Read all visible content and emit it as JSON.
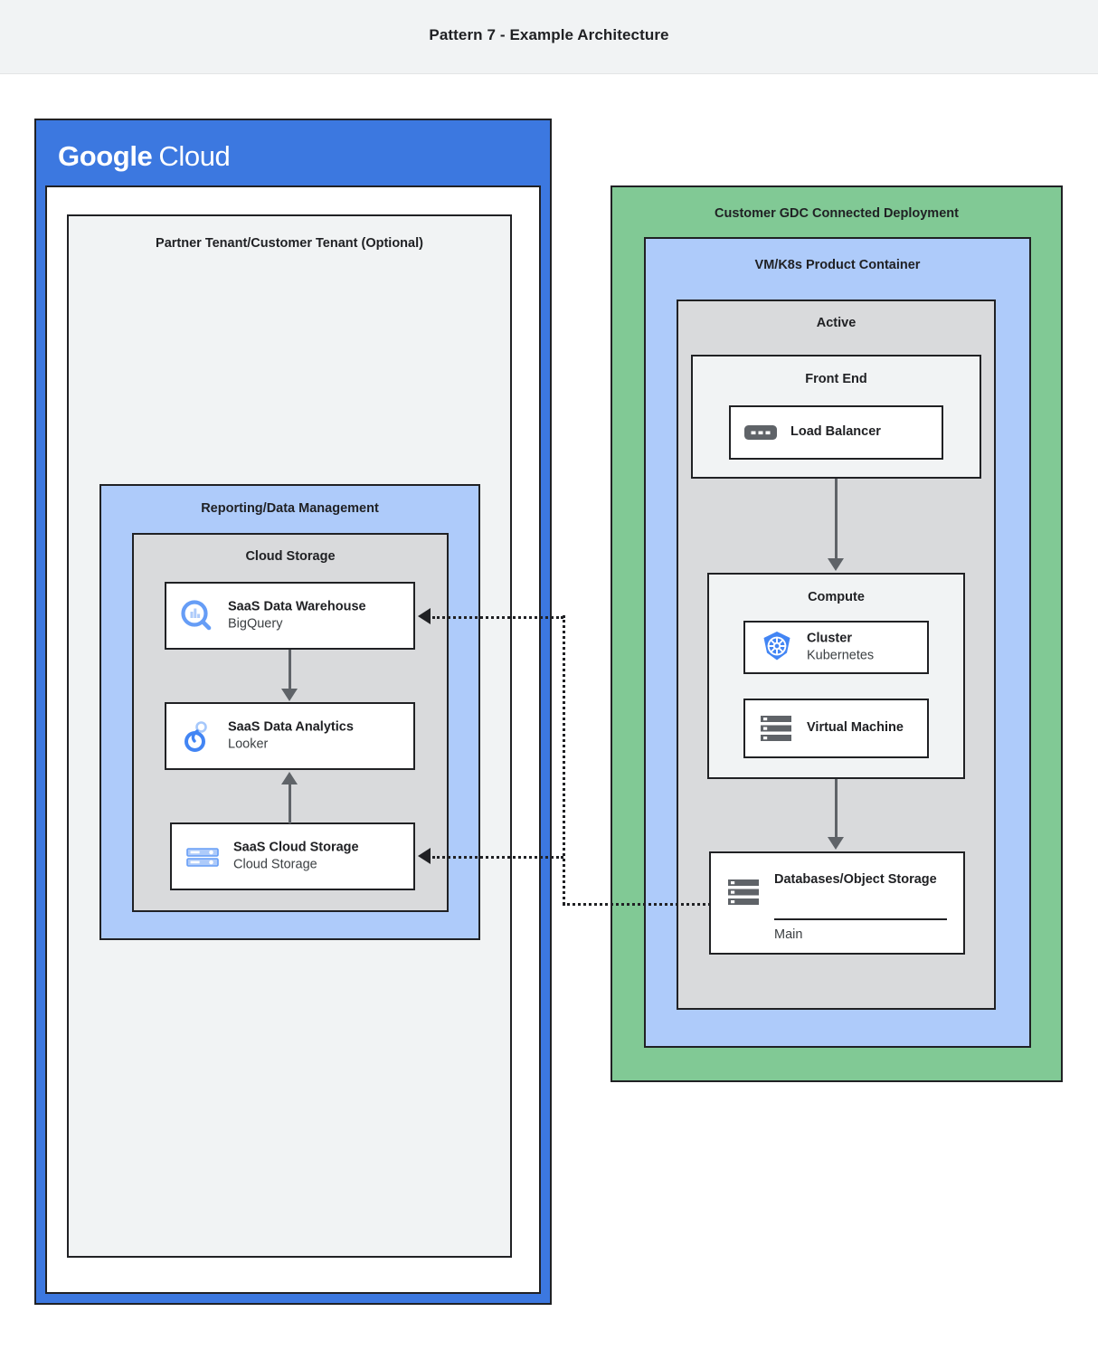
{
  "header": {
    "title": "Pattern 7 - Example Architecture"
  },
  "colors": {
    "google_blue": "#3c78e0",
    "light_blue": "#aecbfa",
    "green": "#81c995",
    "gray": "#d9dadc",
    "light_gray": "#f1f3f4",
    "outline": "#202124",
    "arrow": "#5f6368",
    "icon_blue": "#669df6",
    "icon_gray": "#5f6368"
  },
  "google_cloud": {
    "logo_primary": "Google",
    "logo_secondary": "Cloud",
    "tenant": {
      "label": "Partner Tenant/Customer Tenant (Optional)",
      "reporting": {
        "label": "Reporting/Data Management",
        "cloud_storage_group": {
          "label": "Cloud Storage",
          "items": [
            {
              "title": "SaaS Data Warehouse",
              "subtitle": "BigQuery",
              "icon": "bigquery-icon"
            },
            {
              "title": "SaaS Data Analytics",
              "subtitle": "Looker",
              "icon": "looker-icon"
            },
            {
              "title": "SaaS Cloud Storage",
              "subtitle": "Cloud Storage",
              "icon": "cloud-storage-icon"
            }
          ]
        }
      }
    }
  },
  "gdc": {
    "label": "Customer GDC Connected Deployment",
    "product_container": {
      "label": "VM/K8s Product Container",
      "active": {
        "label": "Active",
        "front_end": {
          "label": "Front End",
          "items": [
            {
              "title": "Load Balancer",
              "subtitle": "",
              "icon": "load-balancer-icon"
            }
          ]
        },
        "compute": {
          "label": "Compute",
          "items": [
            {
              "title": "Cluster",
              "subtitle": "Kubernetes",
              "icon": "kubernetes-icon"
            },
            {
              "title": "Virtual Machine",
              "subtitle": "",
              "icon": "virtual-machine-icon"
            }
          ]
        },
        "database": {
          "title": "Databases/Object Storage",
          "sub": "Main",
          "icon": "database-stack-icon"
        }
      }
    }
  }
}
